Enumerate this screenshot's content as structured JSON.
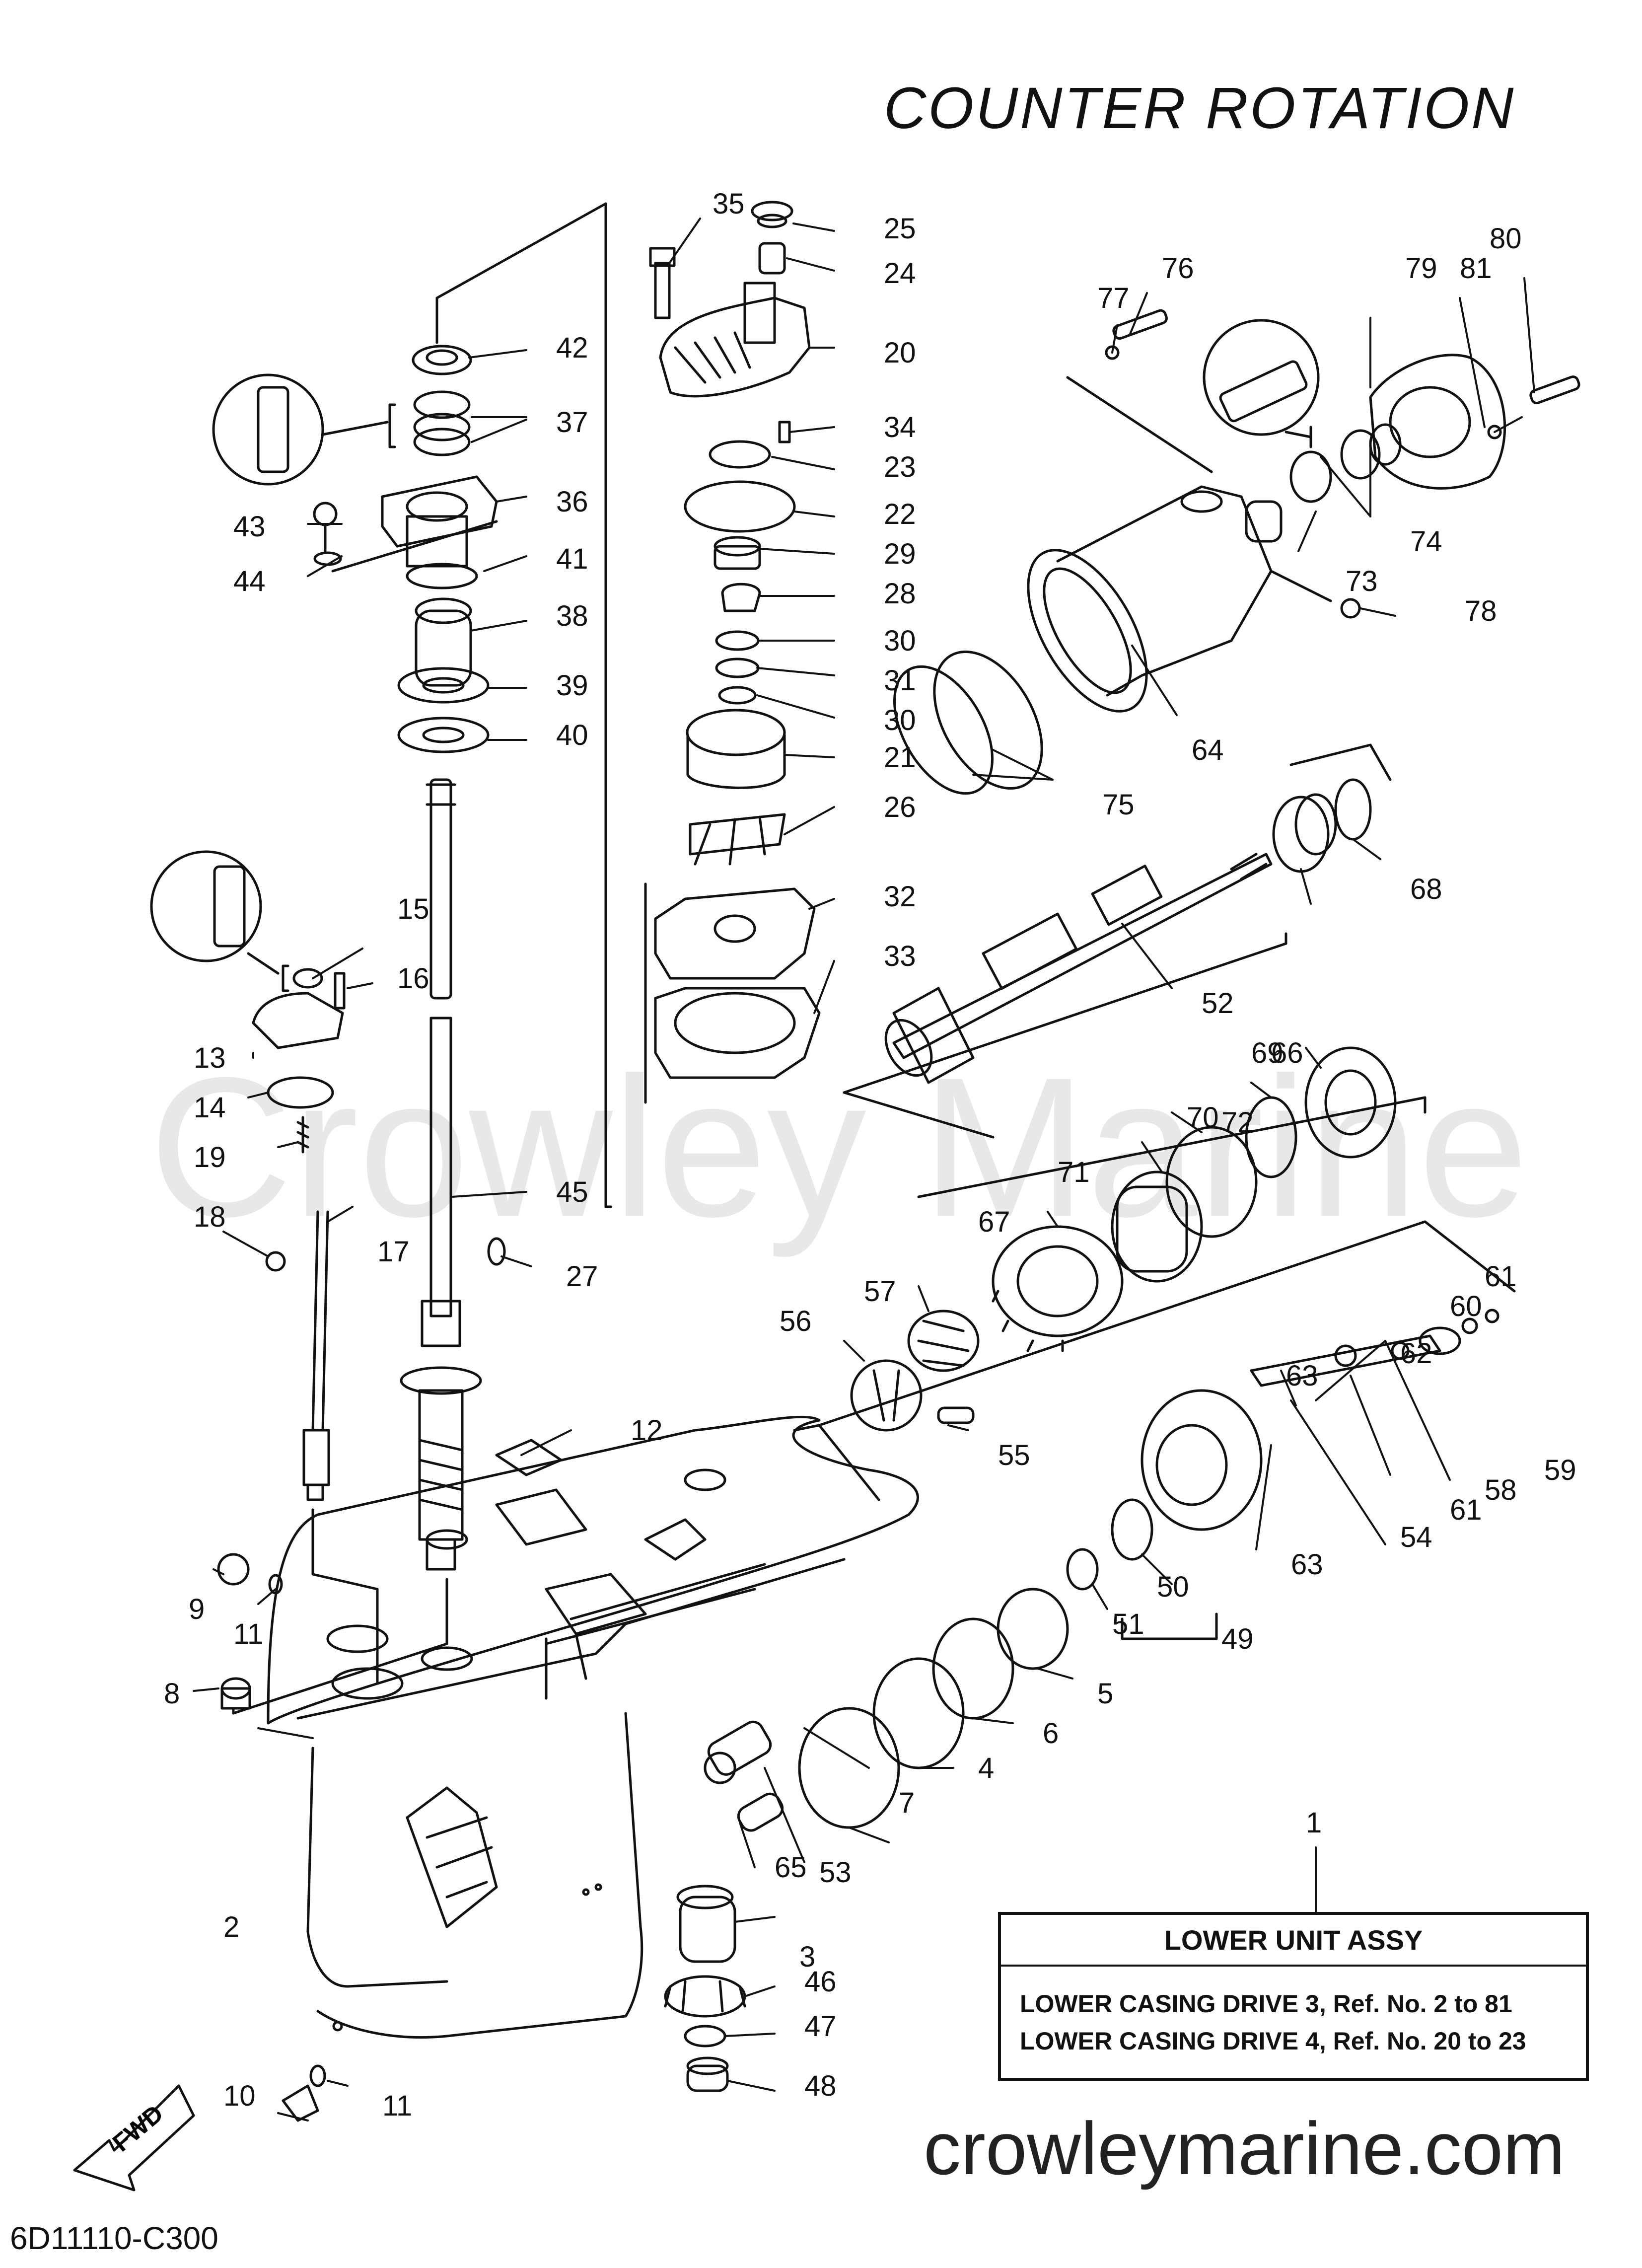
{
  "title": "COUNTER ROTATION",
  "watermark": "Crowley Marine",
  "website": "crowleymarine.com",
  "diagram_code": "6D11110-C300",
  "assembly_box": {
    "ref": "1",
    "title": "LOWER UNIT ASSY",
    "lines": [
      "LOWER CASING DRIVE 3, Ref. No. 2 to 81",
      "LOWER CASING DRIVE 4, Ref. No. 20 to 23"
    ]
  },
  "fwd_label": "FWD",
  "callouts": [
    "2",
    "3",
    "4",
    "5",
    "6",
    "7",
    "8",
    "9",
    "10",
    "11",
    "11",
    "12",
    "13",
    "14",
    "15",
    "16",
    "17",
    "18",
    "19",
    "20",
    "21",
    "22",
    "23",
    "24",
    "25",
    "26",
    "27",
    "28",
    "29",
    "30",
    "30",
    "31",
    "32",
    "33",
    "34",
    "35",
    "36",
    "37",
    "38",
    "39",
    "40",
    "41",
    "42",
    "43",
    "44",
    "45",
    "46",
    "47",
    "48",
    "49",
    "50",
    "51",
    "52",
    "53",
    "54",
    "55",
    "56",
    "57",
    "58",
    "59",
    "60",
    "61",
    "61",
    "62",
    "63",
    "63",
    "64",
    "65",
    "66",
    "67",
    "68",
    "69",
    "70",
    "71",
    "72",
    "73",
    "74",
    "75",
    "76",
    "77",
    "78",
    "79",
    "80",
    "81"
  ],
  "colors": {
    "line": "#111111",
    "watermark": "#e8e8e8",
    "background": "#ffffff"
  }
}
